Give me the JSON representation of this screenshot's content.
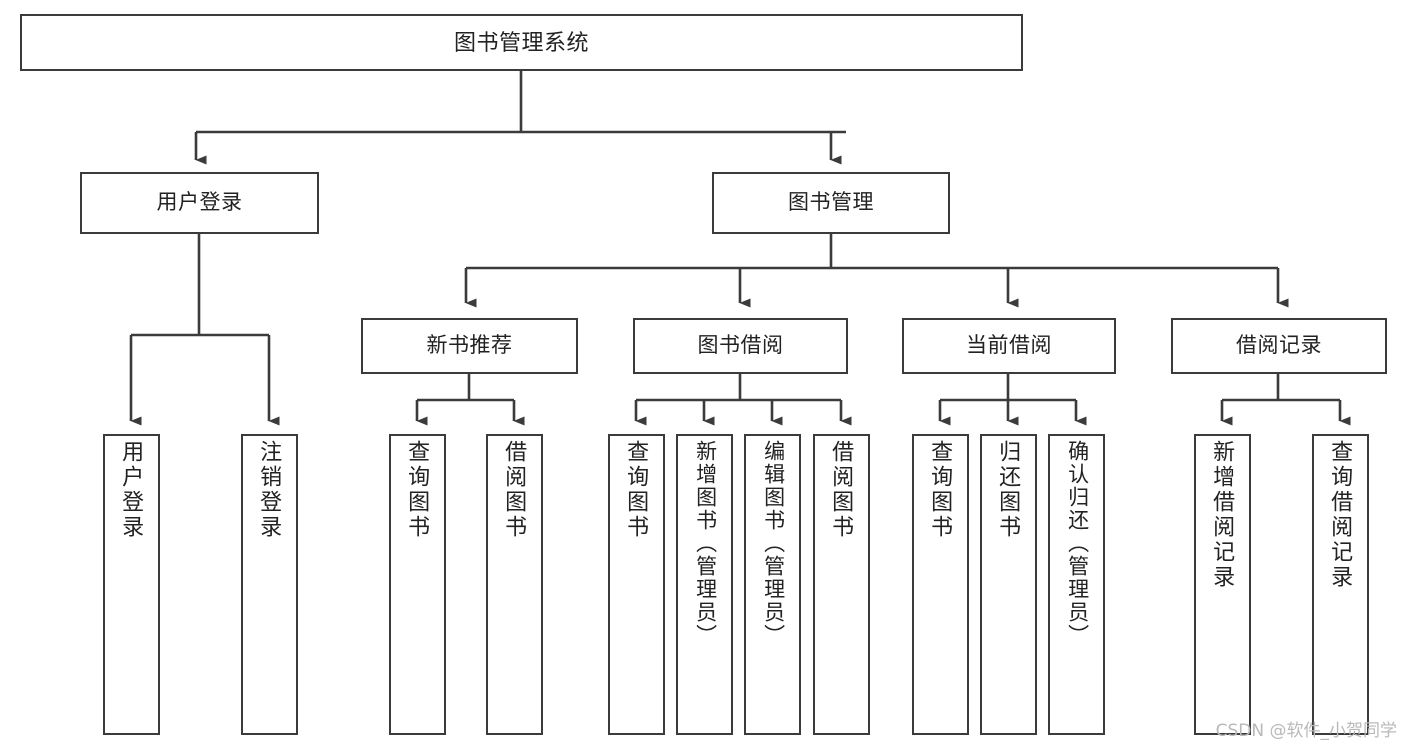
{
  "diagram": {
    "title": "图书管理系统",
    "type": "tree-hierarchy",
    "colors": {
      "border": "#3b3b3b",
      "background": "#ffffff",
      "text": "#222222",
      "connector": "#3b3b3b",
      "watermark": "#b9b9b9"
    },
    "root": {
      "label": "图书管理系统"
    },
    "level2": [
      {
        "id": "user-login",
        "label": "用户登录"
      },
      {
        "id": "book-manage",
        "label": "图书管理"
      }
    ],
    "level3": [
      {
        "id": "new-book-recommend",
        "label": "新书推荐",
        "parent": "book-manage"
      },
      {
        "id": "book-borrow",
        "label": "图书借阅",
        "parent": "book-manage"
      },
      {
        "id": "current-borrow",
        "label": "当前借阅",
        "parent": "book-manage"
      },
      {
        "id": "borrow-record",
        "label": "借阅记录",
        "parent": "book-manage"
      }
    ],
    "leaves": {
      "user-login": [
        {
          "id": "leaf-user-login",
          "label": "用户登录"
        },
        {
          "id": "leaf-user-logout",
          "label": "注销登录"
        }
      ],
      "new-book-recommend": [
        {
          "id": "leaf-query-book-1",
          "label": "查询图书"
        },
        {
          "id": "leaf-borrow-book-1",
          "label": "借阅图书"
        }
      ],
      "book-borrow": [
        {
          "id": "leaf-query-book-2",
          "label": "查询图书"
        },
        {
          "id": "leaf-add-book",
          "label": "新增图书（管理员）"
        },
        {
          "id": "leaf-edit-book",
          "label": "编辑图书（管理员）"
        },
        {
          "id": "leaf-borrow-book-2",
          "label": "借阅图书"
        }
      ],
      "current-borrow": [
        {
          "id": "leaf-query-book-3",
          "label": "查询图书"
        },
        {
          "id": "leaf-return-book",
          "label": "归还图书"
        },
        {
          "id": "leaf-confirm-return",
          "label": "确认归还（管理员）"
        }
      ],
      "borrow-record": [
        {
          "id": "leaf-add-record",
          "label": "新增借阅记录"
        },
        {
          "id": "leaf-query-record",
          "label": "查询借阅记录"
        }
      ]
    }
  },
  "watermark": {
    "text": "CSDN @软件_小贺同学"
  }
}
